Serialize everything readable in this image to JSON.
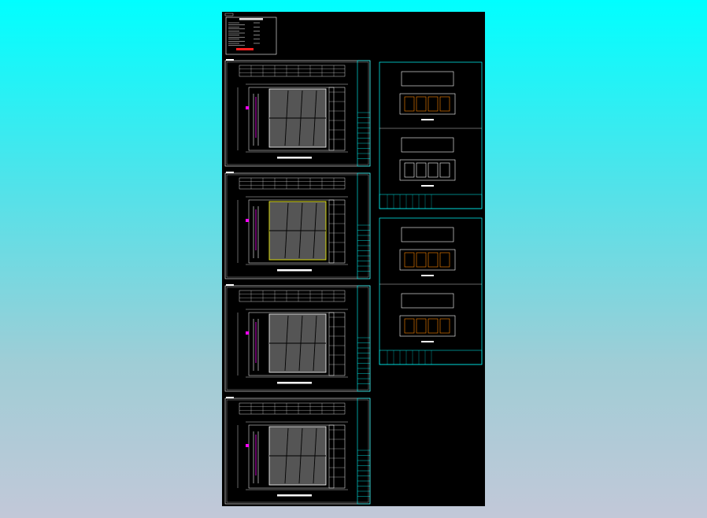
{
  "canvas": {
    "background": "#000000",
    "line_color": "#ffffff",
    "frame_color": "#00ffff",
    "accent_colors": [
      "#ff00ff",
      "#ffff00",
      "#ff0000",
      "#ff8800"
    ]
  },
  "notes_panel": {
    "icon": "legend-notes"
  },
  "plan_sheets": [
    {
      "id": "plan-1",
      "has_magenta_markers": true,
      "has_yellow_outline": false
    },
    {
      "id": "plan-2",
      "has_magenta_markers": true,
      "has_yellow_outline": true
    },
    {
      "id": "plan-3",
      "has_magenta_markers": true,
      "has_yellow_outline": false
    },
    {
      "id": "plan-4",
      "has_magenta_markers": true,
      "has_yellow_outline": false
    }
  ],
  "elevation_sheets": [
    {
      "id": "elevation-1",
      "views": 2
    },
    {
      "id": "elevation-2",
      "views": 2
    }
  ]
}
